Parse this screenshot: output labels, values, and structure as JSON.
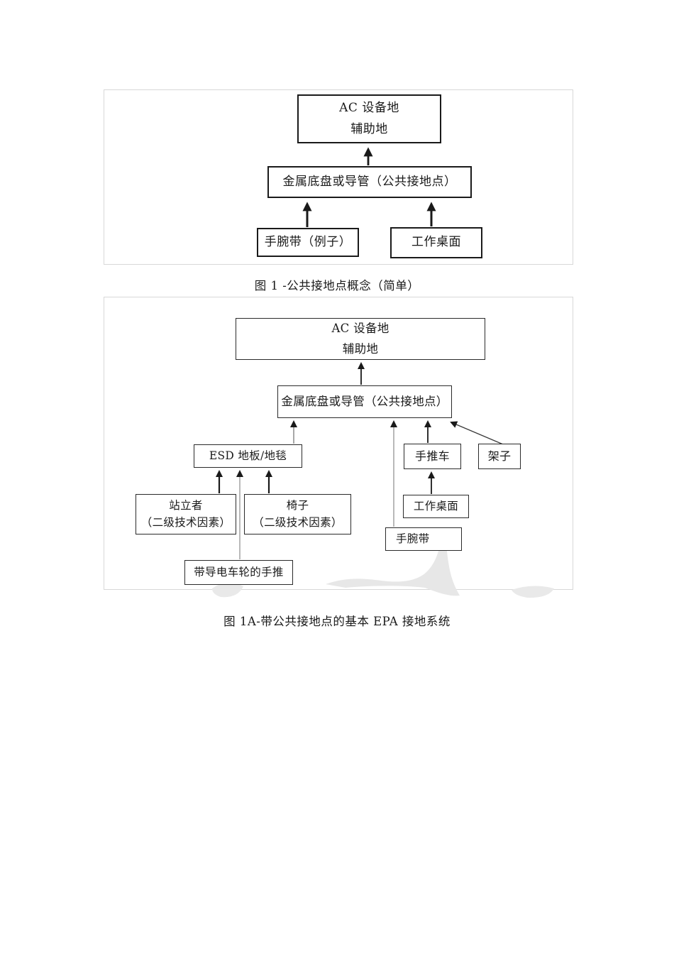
{
  "figure1": {
    "caption": "图 1 -公共接地点概念（简单）",
    "nodes": {
      "ac_ground": {
        "line1": "AC 设备地",
        "line2": "辅助地"
      },
      "metal_chassis": {
        "label": "金属底盘或导管（公共接地点）"
      },
      "wrist_strap": {
        "label": "手腕带（例子）"
      },
      "work_surface": {
        "label": "工作桌面"
      }
    }
  },
  "figure2": {
    "caption": "图 1A-带公共接地点的基本 EPA 接地系统",
    "nodes": {
      "ac_ground": {
        "line1": "AC 设备地",
        "line2": "辅助地"
      },
      "metal_chassis": {
        "label": "金属底盘或导管（公共接地点）"
      },
      "esd_floor": {
        "label": "ESD 地板/地毯"
      },
      "cart": {
        "label": "手推车"
      },
      "shelf": {
        "label": "架子"
      },
      "standing_person": {
        "line1": "站立者",
        "line2": "（二级技术因素）"
      },
      "chair": {
        "line1": "椅子",
        "line2": "（二级技术因素）"
      },
      "work_surface": {
        "label": "工作桌面"
      },
      "wrist_strap": {
        "label": "手腕带"
      },
      "conductive_cart": {
        "label": "带导电车轮的手推"
      }
    }
  },
  "colors": {
    "box_border": "#1a1a1a",
    "panel_border": "#d8d8d8",
    "text": "#1a1a1a",
    "connector_black": "#1a1a1a",
    "connector_gray": "#8a8a8a",
    "watermark": "#e7e7e7"
  }
}
